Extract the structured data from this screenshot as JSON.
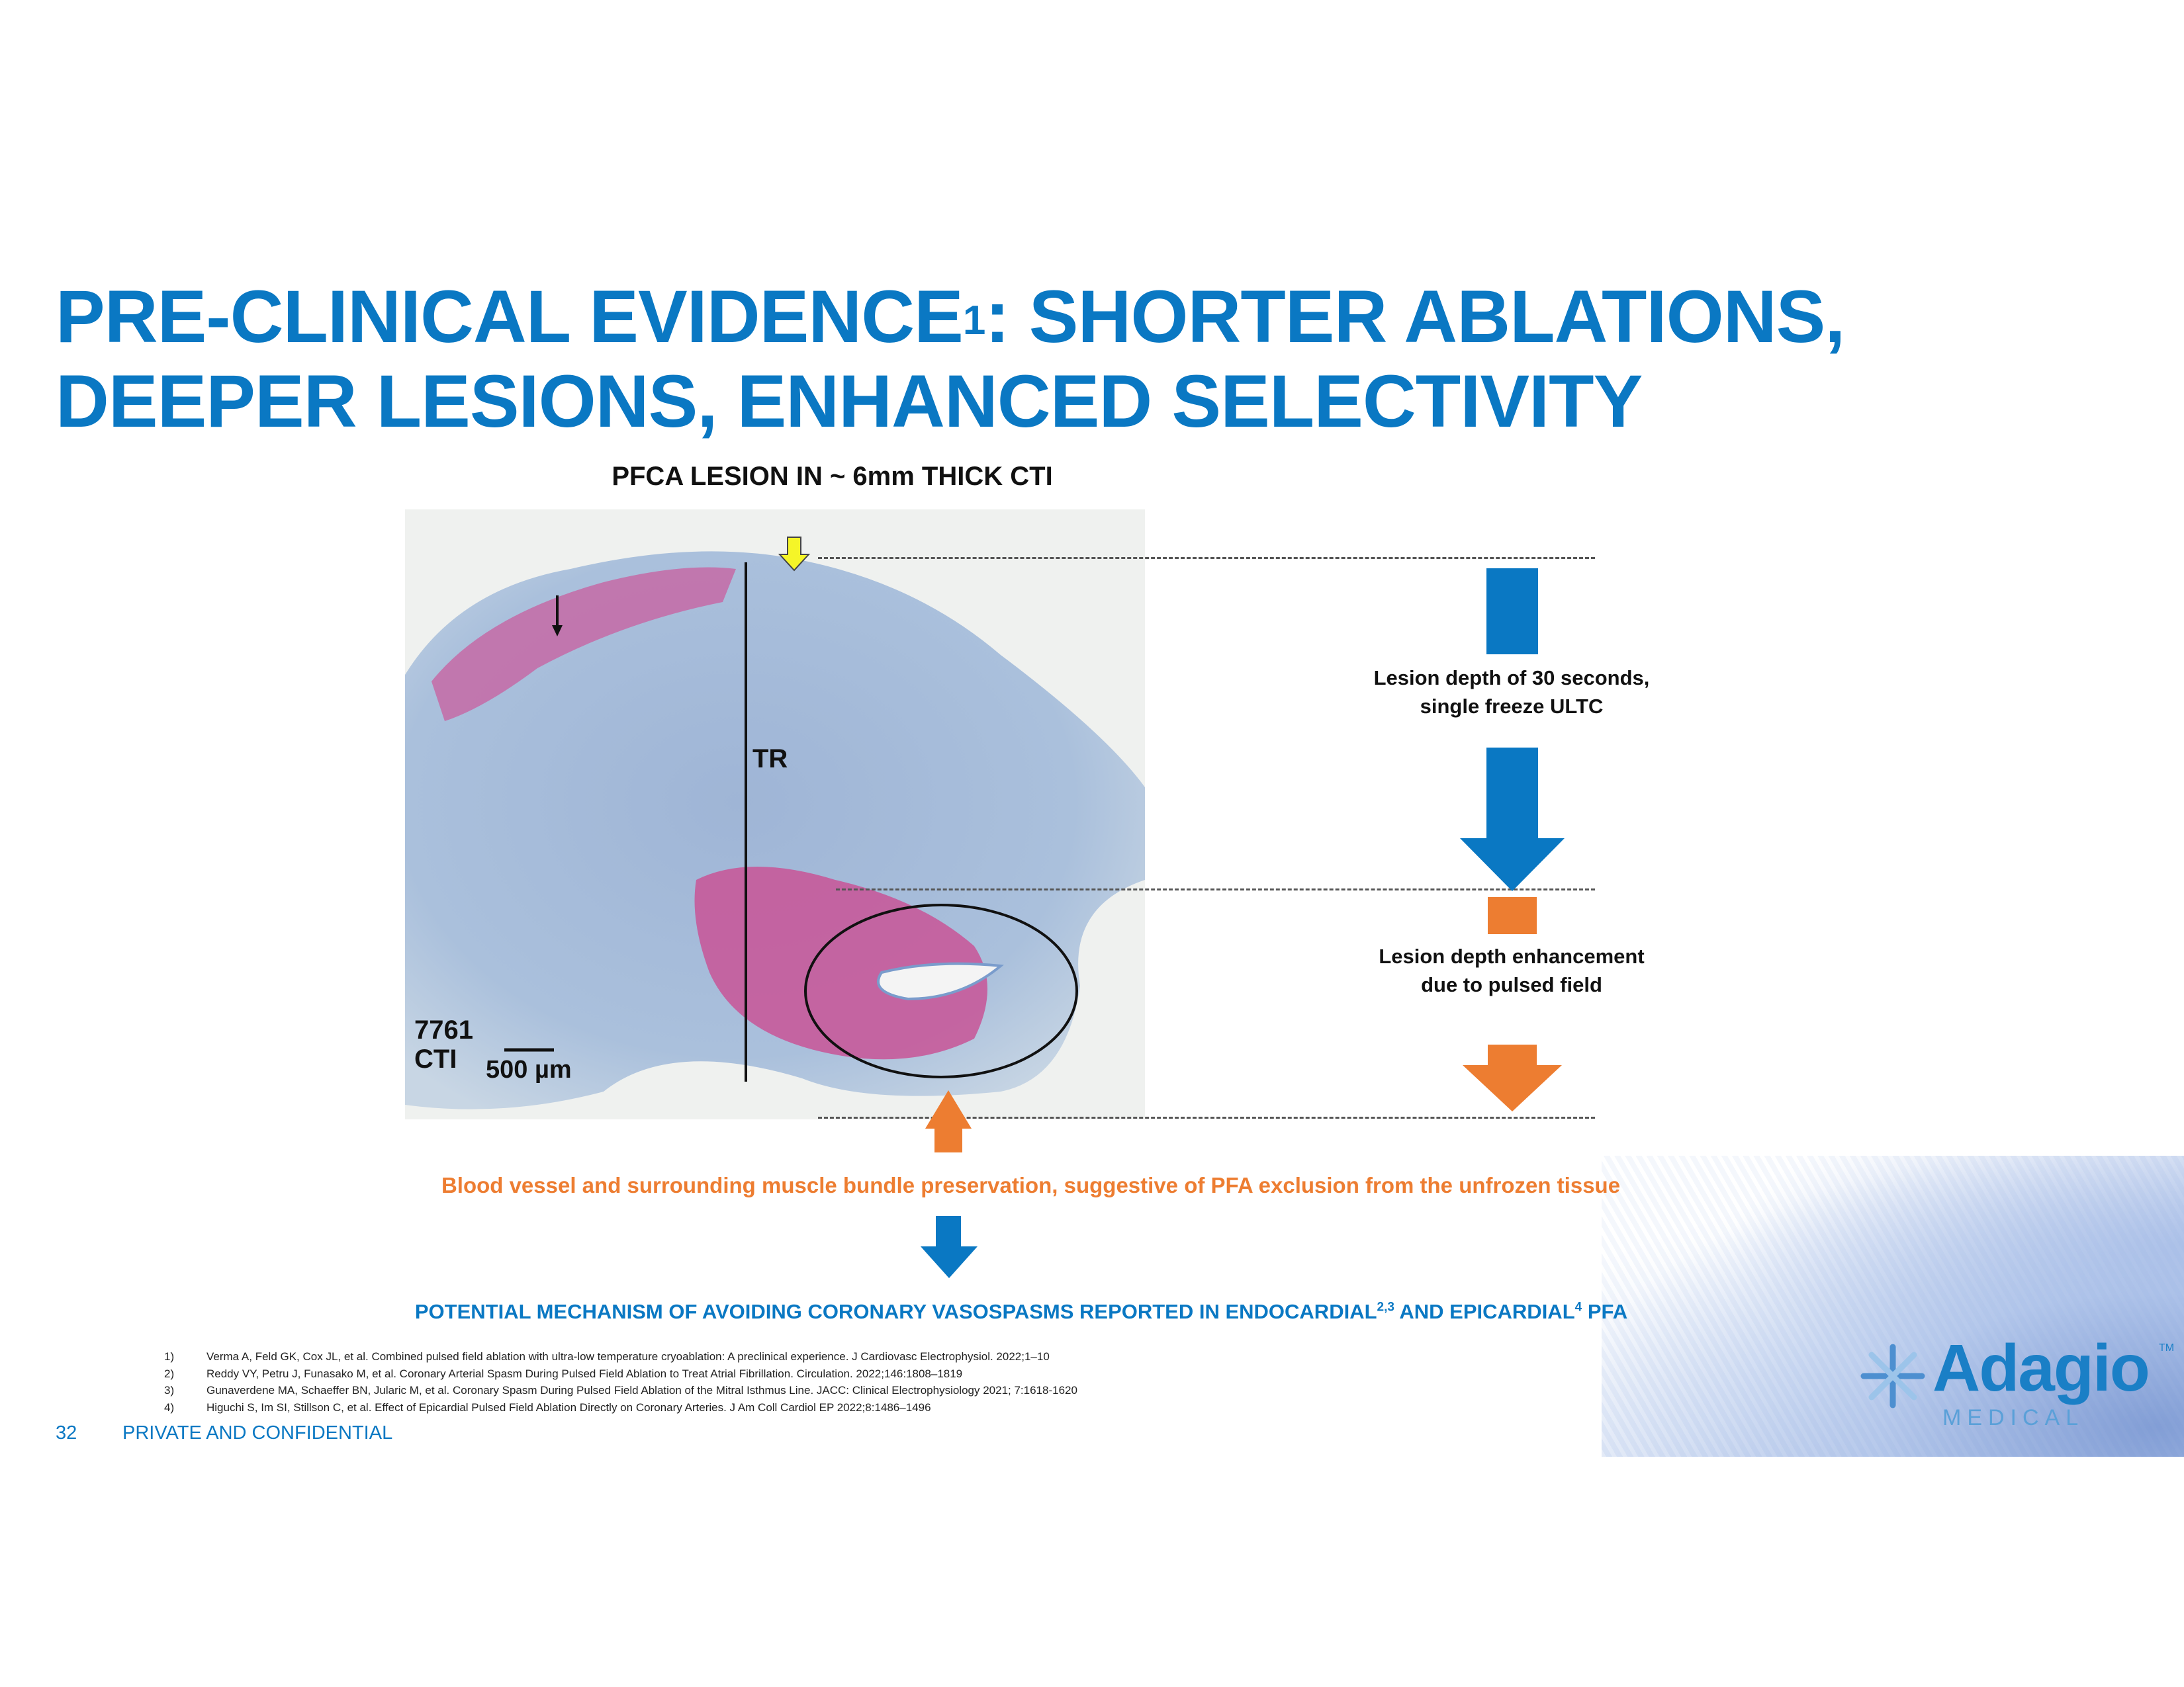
{
  "slide": {
    "title_part1": "PRE-CLINICAL EVIDENCE",
    "title_sup": "1",
    "title_part2": ": SHORTER ABLATIONS, DEEPER LESIONS, ENHANCED SELECTIVITY",
    "subtitle": "PFCA LESION IN ~ 6mm THICK CTI",
    "micrograph": {
      "label_tr": "TR",
      "specimen_id": "7761",
      "specimen_site": "CTI",
      "scale_bar": "500 µm"
    },
    "right_labels": {
      "ultc_line1": "Lesion depth of 30 seconds,",
      "ultc_line2": "single freeze ULTC",
      "pf_line1": "Lesion depth enhancement",
      "pf_line2": "due to pulsed field"
    },
    "orange_statement": "Blood vessel and surrounding muscle bundle preservation, suggestive of PFA exclusion from the unfrozen tissue",
    "blue_statement": {
      "part1": "POTENTIAL MECHANISM OF AVOIDING CORONARY VASOSPASMS REPORTED IN ENDOCARDIAL",
      "sup1": "2,3",
      "part2": " AND EPICARDIAL",
      "sup2": "4",
      "part3": " PFA"
    },
    "references": [
      {
        "num": "1)",
        "text": "Verma A, Feld GK, Cox JL, et al. Combined pulsed field ablation with ultra-low temperature cryoablation: A preclinical experience. J Cardiovasc Electrophysiol. 2022;1–10"
      },
      {
        "num": "2)",
        "text": "Reddy VY, Petru J, Funasako M, et al. Coronary Arterial Spasm During Pulsed Field Ablation to Treat Atrial Fibrillation. Circulation. 2022;146:1808–1819"
      },
      {
        "num": "3)",
        "text": "Gunaverdene MA,  Schaeffer BN, Jularic M, et al. Coronary Spasm During Pulsed Field Ablation of the Mitral Isthmus Line. JACC: Clinical Electrophysiology 2021; 7:1618-1620"
      },
      {
        "num": "4)",
        "text": "Higuchi S, Im SI, Stillson C, et al. Effect of Epicardial Pulsed Field Ablation Directly on Coronary Arteries. J Am Coll Cardiol EP 2022;8:1486–1496"
      }
    ],
    "page_number": "32",
    "footer": "PRIVATE AND CONFIDENTIAL",
    "logo": {
      "name": "Adagio",
      "sub": "MEDICAL",
      "tm": "TM"
    },
    "colors": {
      "blue": "#0a78c3",
      "orange": "#ed7d31"
    }
  }
}
